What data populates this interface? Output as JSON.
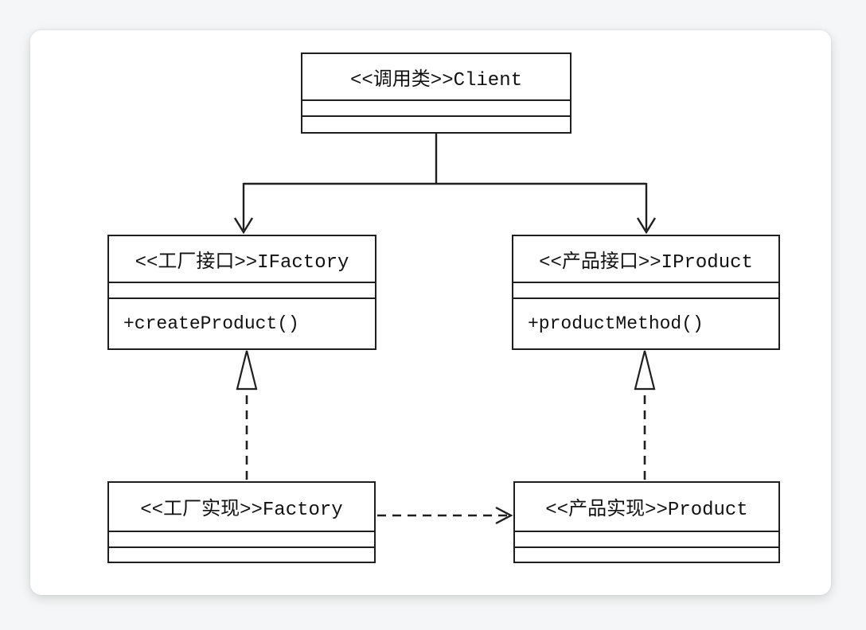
{
  "diagram": {
    "kind": "uml-class-diagram",
    "subject": "Factory pattern",
    "colors": {
      "line": "#1f1f1f",
      "box_fill": "#ffffff",
      "card_background": "#ffffff",
      "page_background": "#f5f6f7",
      "text": "#111111"
    },
    "nodes": {
      "client": {
        "title": "<<调用类>>Client",
        "attributes": "",
        "operations": ""
      },
      "ifactory": {
        "title": "<<工厂接口>>IFactory",
        "attributes": "",
        "operations": "+createProduct()"
      },
      "iproduct": {
        "title": "<<产品接口>>IProduct",
        "attributes": "",
        "operations": "+productMethod()"
      },
      "factory": {
        "title": "<<工厂实现>>Factory",
        "attributes": "",
        "operations": ""
      },
      "product": {
        "title": "<<产品实现>>Product",
        "attributes": "",
        "operations": ""
      }
    },
    "edges": [
      {
        "from": "client",
        "to": "ifactory",
        "type": "directed-association",
        "line": "solid",
        "arrowhead": "open-v"
      },
      {
        "from": "client",
        "to": "iproduct",
        "type": "directed-association",
        "line": "solid",
        "arrowhead": "open-v"
      },
      {
        "from": "factory",
        "to": "ifactory",
        "type": "realization",
        "line": "dashed",
        "arrowhead": "hollow-triangle"
      },
      {
        "from": "product",
        "to": "iproduct",
        "type": "realization",
        "line": "dashed",
        "arrowhead": "hollow-triangle"
      },
      {
        "from": "factory",
        "to": "product",
        "type": "dependency",
        "line": "dashed",
        "arrowhead": "open-v"
      }
    ]
  }
}
